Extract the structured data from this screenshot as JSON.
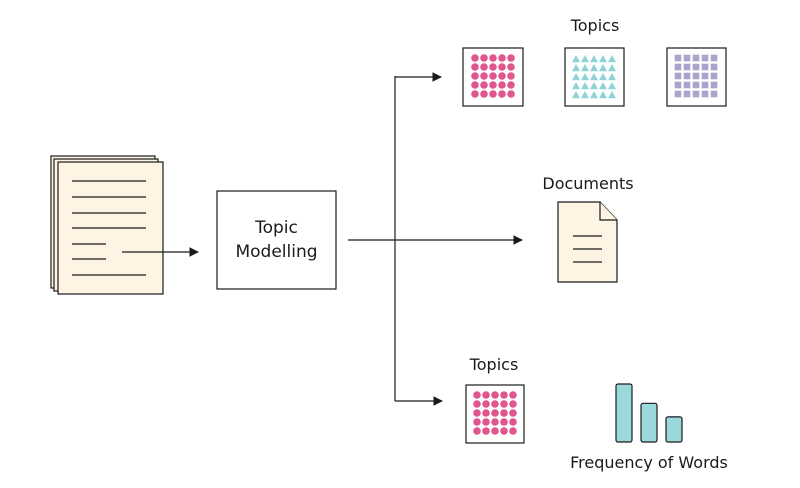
{
  "process": {
    "label_line1": "Topic",
    "label_line2": "Modelling"
  },
  "outputs": {
    "topics_top_label": "Topics",
    "documents_label": "Documents",
    "topics_bottom_label": "Topics",
    "frequency_label": "Frequency of Words"
  },
  "topic_icons": [
    {
      "name": "topic-pink-circles",
      "shape": "circle",
      "color": "#e0568f"
    },
    {
      "name": "topic-teal-triangles",
      "shape": "triangle",
      "color": "#8fd3d8"
    },
    {
      "name": "topic-purple-squares",
      "shape": "square",
      "color": "#a9a4cc"
    }
  ],
  "frequency_bars": {
    "color": "#9ad8dc",
    "values": [
      3,
      2,
      1.3
    ]
  },
  "colors": {
    "document_fill": "#fdf4e3",
    "stroke": "#1a1a1a"
  }
}
